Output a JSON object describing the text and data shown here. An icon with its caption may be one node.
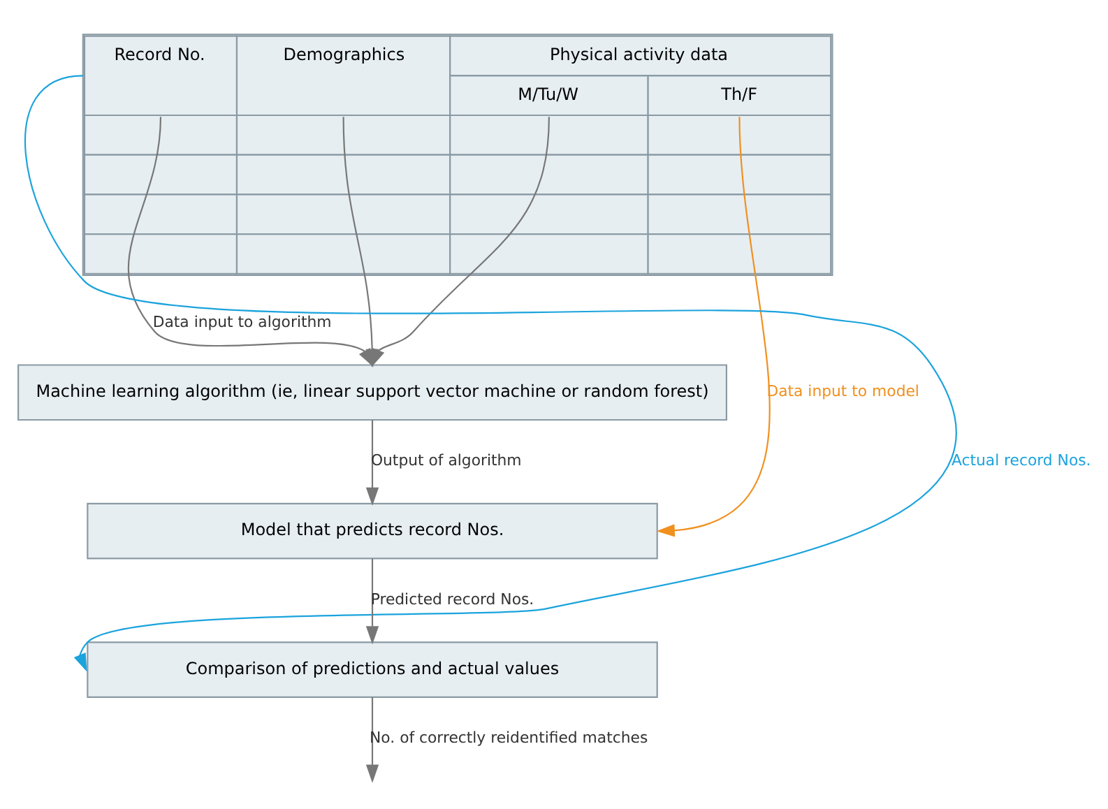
{
  "diagram": {
    "nodes": [
      {
        "text": [
          "Record No.",
          "Demographics",
          "Physical activity data",
          "M/Tu/W",
          "Th/F"
        ]
      },
      {
        "text": [
          "Machine learning algorithm (ie, linear support vector machine or random forest)"
        ]
      },
      {
        "text": [
          "Model that predicts record Nos."
        ]
      },
      {
        "text": [
          "Comparison of predictions and actual values"
        ]
      }
    ],
    "edges": [
      {
        "from": 0,
        "to": 1,
        "arrow": "to",
        "label": "Data input to algorithm"
      },
      {
        "from": 0,
        "to": 1,
        "arrow": "to"
      },
      {
        "from": 0,
        "to": 1,
        "arrow": "to"
      },
      {
        "from": 0,
        "to": 2,
        "arrow": "to",
        "label": "Data input to model",
        "color": "#f0901e"
      },
      {
        "from": 0,
        "to": 3,
        "arrow": "to",
        "label": "Actual record Nos.",
        "color": "#1ba3dd"
      },
      {
        "from": 1,
        "to": 2,
        "arrow": "to",
        "label": "Output of algorithm"
      },
      {
        "from": 2,
        "to": 3,
        "arrow": "to",
        "label": "Predicted record Nos."
      },
      {
        "from": 3,
        "to": null,
        "arrow": "to",
        "label": "No. of correctly reidentified matches"
      }
    ]
  }
}
